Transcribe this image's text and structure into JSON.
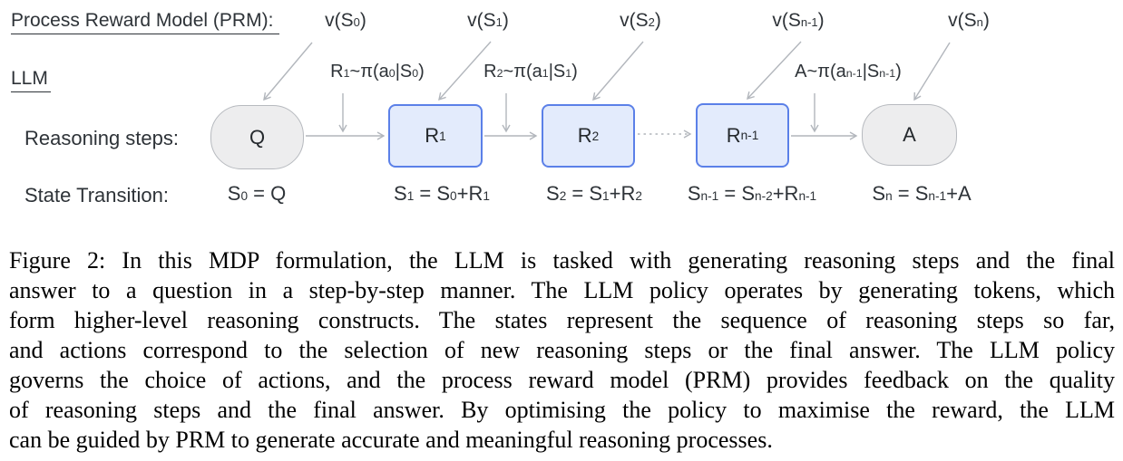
{
  "diagram": {
    "prm_title": "Process Reward Model (PRM):",
    "llm_label": "LLM",
    "reasoning_steps_label": "Reasoning steps:",
    "state_transition_label": "State Transition:",
    "value_labels": [
      {
        "name": "v(S0)",
        "segments": [
          {
            "t": "v(S"
          },
          {
            "sub": "0"
          },
          {
            "t": ")"
          }
        ]
      },
      {
        "name": "v(S1)",
        "segments": [
          {
            "t": "v(S"
          },
          {
            "sub": "1"
          },
          {
            "t": ")"
          }
        ]
      },
      {
        "name": "v(S2)",
        "segments": [
          {
            "t": "v(S"
          },
          {
            "sub": "2"
          },
          {
            "t": ")"
          }
        ]
      },
      {
        "name": "v(Sn-1)",
        "segments": [
          {
            "t": "v(S"
          },
          {
            "sub": "n-1"
          },
          {
            "t": ")"
          }
        ]
      },
      {
        "name": "v(Sn)",
        "segments": [
          {
            "t": "v(S"
          },
          {
            "sub": "n"
          },
          {
            "t": ")"
          }
        ]
      }
    ],
    "policy_labels": [
      {
        "name": "R1~pi(a0|S0)",
        "segments": [
          {
            "t": "R"
          },
          {
            "sub": "1"
          },
          {
            "t": "~π(a"
          },
          {
            "sub": "0"
          },
          {
            "t": "|S"
          },
          {
            "sub": "0"
          },
          {
            "t": ")"
          }
        ]
      },
      {
        "name": "R2~pi(a1|S1)",
        "segments": [
          {
            "t": "R"
          },
          {
            "sub": "2"
          },
          {
            "t": "~π(a"
          },
          {
            "sub": "1"
          },
          {
            "t": "|S"
          },
          {
            "sub": "1"
          },
          {
            "t": ")"
          }
        ]
      },
      {
        "name": "A~pi(an-1|Sn-1)",
        "segments": [
          {
            "t": "A~π(a"
          },
          {
            "sub": "n-1"
          },
          {
            "t": "|S"
          },
          {
            "sub": "n-1"
          },
          {
            "t": ")"
          }
        ]
      }
    ],
    "nodes": [
      {
        "name": "Q",
        "type": "stadium",
        "segments": [
          {
            "t": "Q"
          }
        ]
      },
      {
        "name": "R1",
        "type": "box",
        "segments": [
          {
            "t": "R"
          },
          {
            "sub": "1"
          }
        ]
      },
      {
        "name": "R2",
        "type": "box",
        "segments": [
          {
            "t": "R"
          },
          {
            "sub": "2"
          }
        ]
      },
      {
        "name": "Rn-1",
        "type": "box",
        "segments": [
          {
            "t": "R"
          },
          {
            "sub": "n-1"
          }
        ]
      },
      {
        "name": "A",
        "type": "stadium",
        "segments": [
          {
            "t": "A"
          }
        ]
      }
    ],
    "state_transitions": [
      {
        "name": "S0 = Q",
        "segments": [
          {
            "t": "S"
          },
          {
            "sub": "0"
          },
          {
            "t": " = Q"
          }
        ]
      },
      {
        "name": "S1 = S0+R1",
        "segments": [
          {
            "t": "S"
          },
          {
            "sub": "1"
          },
          {
            "t": " = S"
          },
          {
            "sub": "0"
          },
          {
            "t": "+R"
          },
          {
            "sub": "1"
          }
        ]
      },
      {
        "name": "S2 = S1+R2",
        "segments": [
          {
            "t": "S"
          },
          {
            "sub": "2"
          },
          {
            "t": " = S"
          },
          {
            "sub": "1"
          },
          {
            "t": "+R"
          },
          {
            "sub": "2"
          }
        ]
      },
      {
        "name": "Sn-1 = Sn-2+Rn-1",
        "segments": [
          {
            "t": "S"
          },
          {
            "sub": "n-1"
          },
          {
            "t": " = S"
          },
          {
            "sub": "n-2"
          },
          {
            "t": "+R"
          },
          {
            "sub": "n-1"
          }
        ]
      },
      {
        "name": "Sn = Sn-1+A",
        "segments": [
          {
            "t": "S"
          },
          {
            "sub": "n"
          },
          {
            "t": " = S"
          },
          {
            "sub": "n-1"
          },
          {
            "t": "+A"
          }
        ]
      }
    ],
    "colors": {
      "box_fill": "#e3ebfc",
      "box_border": "#5b80e8",
      "stadium_fill": "#ededee",
      "stadium_border": "#b7babf",
      "arrow": "#b2b6bc",
      "text": "#2e3338"
    }
  },
  "caption": {
    "lines": [
      "Figure 2: In this MDP formulation, the LLM is tasked with generating reasoning steps and the final",
      "answer to a question in a step-by-step manner. The LLM policy operates by generating tokens, which",
      "form higher-level reasoning constructs. The states represent the sequence of reasoning steps so far,",
      "and actions correspond to the selection of new reasoning steps or the final answer. The LLM policy",
      "governs the choice of actions, and the process reward model (PRM) provides feedback on the quality",
      "of reasoning steps and the final answer. By optimising the policy to maximise the reward, the LLM",
      "can be guided by PRM to generate accurate and meaningful reasoning processes."
    ]
  }
}
